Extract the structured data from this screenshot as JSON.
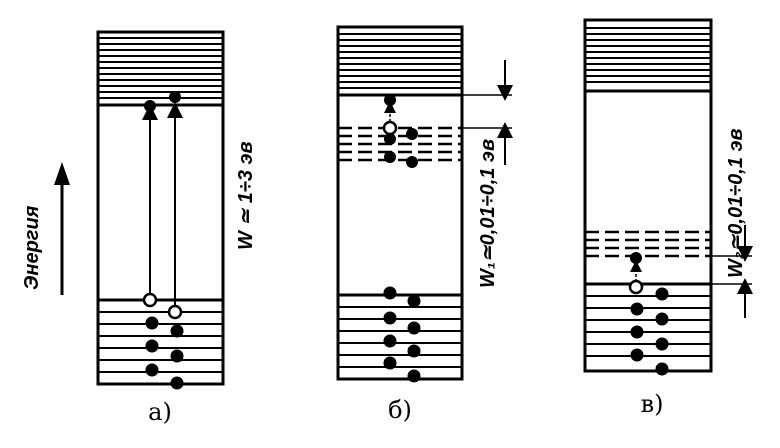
{
  "axis": {
    "label": "Энергия"
  },
  "panels": [
    {
      "id": "a",
      "caption": "а)",
      "gap_label": "W ≃ 1÷3 эв"
    },
    {
      "id": "b",
      "caption": "б)",
      "gap_label": "W₁≃0,01÷0,1 эв"
    },
    {
      "id": "c",
      "caption": "в)",
      "gap_label": "W₂≃0,01÷0,1 эв"
    }
  ],
  "colors": {
    "ink": "#000000",
    "paper": "#ffffff"
  }
}
